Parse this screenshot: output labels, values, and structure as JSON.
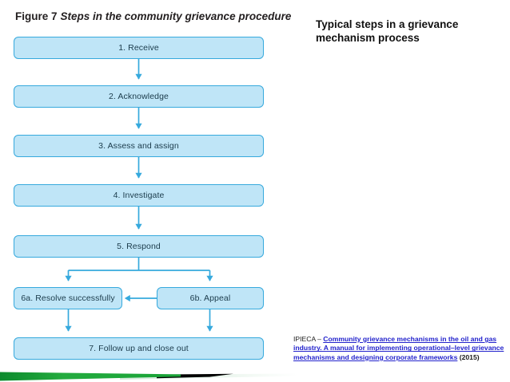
{
  "figure": {
    "label": "Figure 7",
    "title": "Steps in the community grievance procedure"
  },
  "flowchart": {
    "steps": [
      {
        "id": "receive",
        "label": "1. Receive"
      },
      {
        "id": "acknowledge",
        "label": "2. Acknowledge"
      },
      {
        "id": "assess",
        "label": "3. Assess and assign"
      },
      {
        "id": "investigate",
        "label": "4. Investigate"
      },
      {
        "id": "respond",
        "label": "5. Respond"
      },
      {
        "id": "resolve",
        "label": "6a. Resolve successfully"
      },
      {
        "id": "appeal",
        "label": "6b. Appeal"
      },
      {
        "id": "followup",
        "label": "7. Follow up and close out"
      }
    ],
    "colors": {
      "box_fill": "#bfe5f7",
      "box_border": "#36a9dd",
      "arrow": "#36a9dd",
      "text": "#1b3b4b"
    }
  },
  "slide": {
    "heading": "Typical steps in a grievance mechanism process"
  },
  "citation": {
    "source": "IPIECA",
    "dash": "–",
    "title": "Community grievance mechanisms in the oil and gas industry. A manual for implementing operational–level grievance mechanisms and designing corporate frameworks",
    "year": "(2015)",
    "link_color": "#2222cc"
  },
  "footer": {
    "green": "#1aa33a",
    "green_dark": "#0e7a2a",
    "black": "#000000",
    "pale": "#d8eede"
  }
}
